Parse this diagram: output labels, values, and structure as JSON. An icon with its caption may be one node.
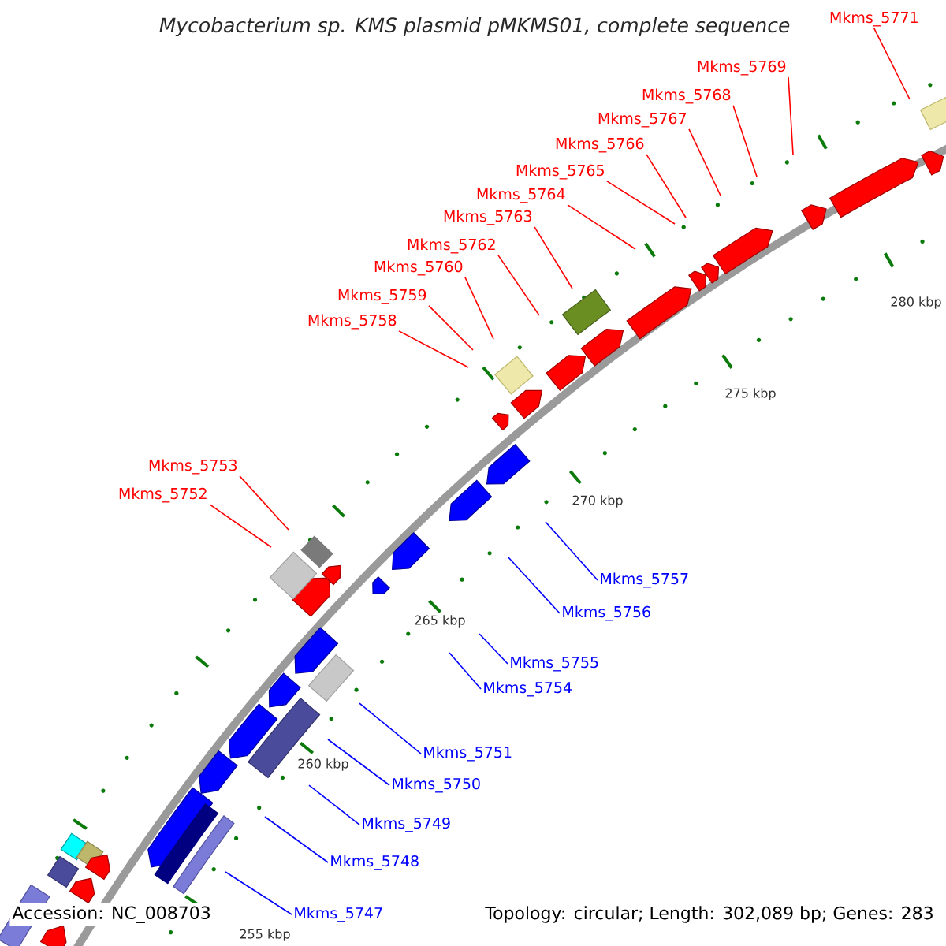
{
  "diagram": {
    "title": "Mycobacterium sp. KMS plasmid pMKMS01, complete sequence",
    "nodes": [
      {
        "text": [
          "Mkms_5771"
        ]
      },
      {
        "text": [
          "Mkms_5769"
        ]
      },
      {
        "text": [
          "Mkms_5768"
        ]
      },
      {
        "text": [
          "Mkms_5767"
        ]
      },
      {
        "text": [
          "Mkms_5766"
        ]
      },
      {
        "text": [
          "Mkms_5765"
        ]
      },
      {
        "text": [
          "Mkms_5764"
        ]
      },
      {
        "text": [
          "Mkms_5763"
        ]
      },
      {
        "text": [
          "Mkms_5762"
        ]
      },
      {
        "text": [
          "Mkms_5760"
        ]
      },
      {
        "text": [
          "Mkms_5759"
        ]
      },
      {
        "text": [
          "Mkms_5758"
        ]
      },
      {
        "text": [
          "Mkms_5753"
        ]
      },
      {
        "text": [
          "Mkms_5752"
        ]
      },
      {
        "text": [
          "Mkms_5757"
        ]
      },
      {
        "text": [
          "Mkms_5756"
        ]
      },
      {
        "text": [
          "Mkms_5755"
        ]
      },
      {
        "text": [
          "Mkms_5754"
        ]
      },
      {
        "text": [
          "Mkms_5751"
        ]
      },
      {
        "text": [
          "Mkms_5750"
        ]
      },
      {
        "text": [
          "Mkms_5749"
        ]
      },
      {
        "text": [
          "Mkms_5748"
        ]
      },
      {
        "text": [
          "Mkms_5747"
        ]
      }
    ],
    "edges": [
      {
        "from": 0,
        "to": null,
        "arrow": "none"
      },
      {
        "from": 1,
        "to": null,
        "arrow": "none"
      },
      {
        "from": 2,
        "to": null,
        "arrow": "none"
      },
      {
        "from": 3,
        "to": null,
        "arrow": "none"
      },
      {
        "from": 4,
        "to": null,
        "arrow": "none"
      },
      {
        "from": 5,
        "to": null,
        "arrow": "none"
      },
      {
        "from": 6,
        "to": null,
        "arrow": "none"
      },
      {
        "from": 7,
        "to": null,
        "arrow": "none"
      },
      {
        "from": 8,
        "to": null,
        "arrow": "none"
      },
      {
        "from": 9,
        "to": null,
        "arrow": "none"
      },
      {
        "from": 10,
        "to": null,
        "arrow": "none"
      },
      {
        "from": 11,
        "to": null,
        "arrow": "none"
      },
      {
        "from": 12,
        "to": null,
        "arrow": "none"
      },
      {
        "from": 13,
        "to": null,
        "arrow": "none"
      },
      {
        "from": 14,
        "to": null,
        "arrow": "none",
        "color": "#0000ff"
      },
      {
        "from": 15,
        "to": null,
        "arrow": "none",
        "color": "#0000ff"
      },
      {
        "from": 16,
        "to": null,
        "arrow": "none",
        "color": "#0000ff"
      },
      {
        "from": 17,
        "to": null,
        "arrow": "none",
        "color": "#0000ff"
      },
      {
        "from": 18,
        "to": null,
        "arrow": "none",
        "color": "#0000ff"
      },
      {
        "from": 19,
        "to": null,
        "arrow": "none",
        "color": "#0000ff"
      },
      {
        "from": 20,
        "to": null,
        "arrow": "none",
        "color": "#0000ff"
      },
      {
        "from": 21,
        "to": null,
        "arrow": "none",
        "color": "#0000ff"
      },
      {
        "from": 22,
        "to": null,
        "arrow": "none",
        "color": "#0000ff"
      }
    ],
    "labels": [
      "280 kbp",
      "275 kbp",
      "270 kbp",
      "265 kbp",
      "260 kbp",
      "Accession: NC_008703",
      "255 kbp",
      "Topology: circular; Length: 302,089 bp; Genes: 283"
    ]
  }
}
